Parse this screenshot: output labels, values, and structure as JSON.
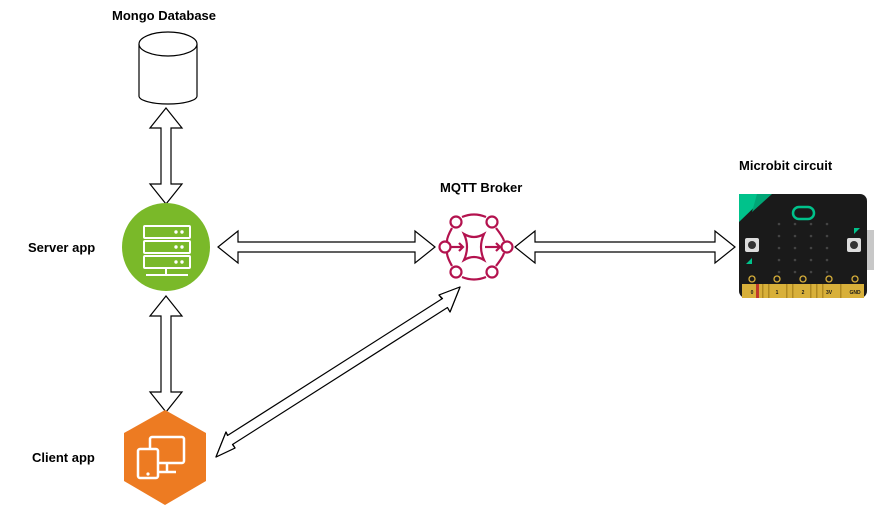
{
  "nodes": {
    "mongo": {
      "label": "Mongo Database",
      "icon": "database-cylinder-icon"
    },
    "server": {
      "label": "Server app",
      "icon": "server-rack-icon",
      "color": "#7ab929"
    },
    "broker": {
      "label": "MQTT Broker",
      "icon": "mqtt-broker-icon",
      "color": "#b3124e"
    },
    "client": {
      "label": "Client app",
      "icon": "client-devices-icon",
      "color": "#ed7b22"
    },
    "microbit": {
      "label": "Microbit circuit",
      "icon": "microbit-board-icon",
      "board_color": "#1a1a1a",
      "accent_color": "#00c28b",
      "edge_color": "#d8b03a",
      "pins": [
        "0",
        "1",
        "2",
        "3V",
        "GND"
      ]
    }
  },
  "connections": [
    {
      "from": "mongo",
      "to": "server",
      "style": "double-headed"
    },
    {
      "from": "server",
      "to": "broker",
      "style": "double-headed"
    },
    {
      "from": "broker",
      "to": "microbit",
      "style": "double-headed"
    },
    {
      "from": "server",
      "to": "client",
      "style": "double-headed"
    },
    {
      "from": "broker",
      "to": "client",
      "style": "double-headed"
    }
  ]
}
